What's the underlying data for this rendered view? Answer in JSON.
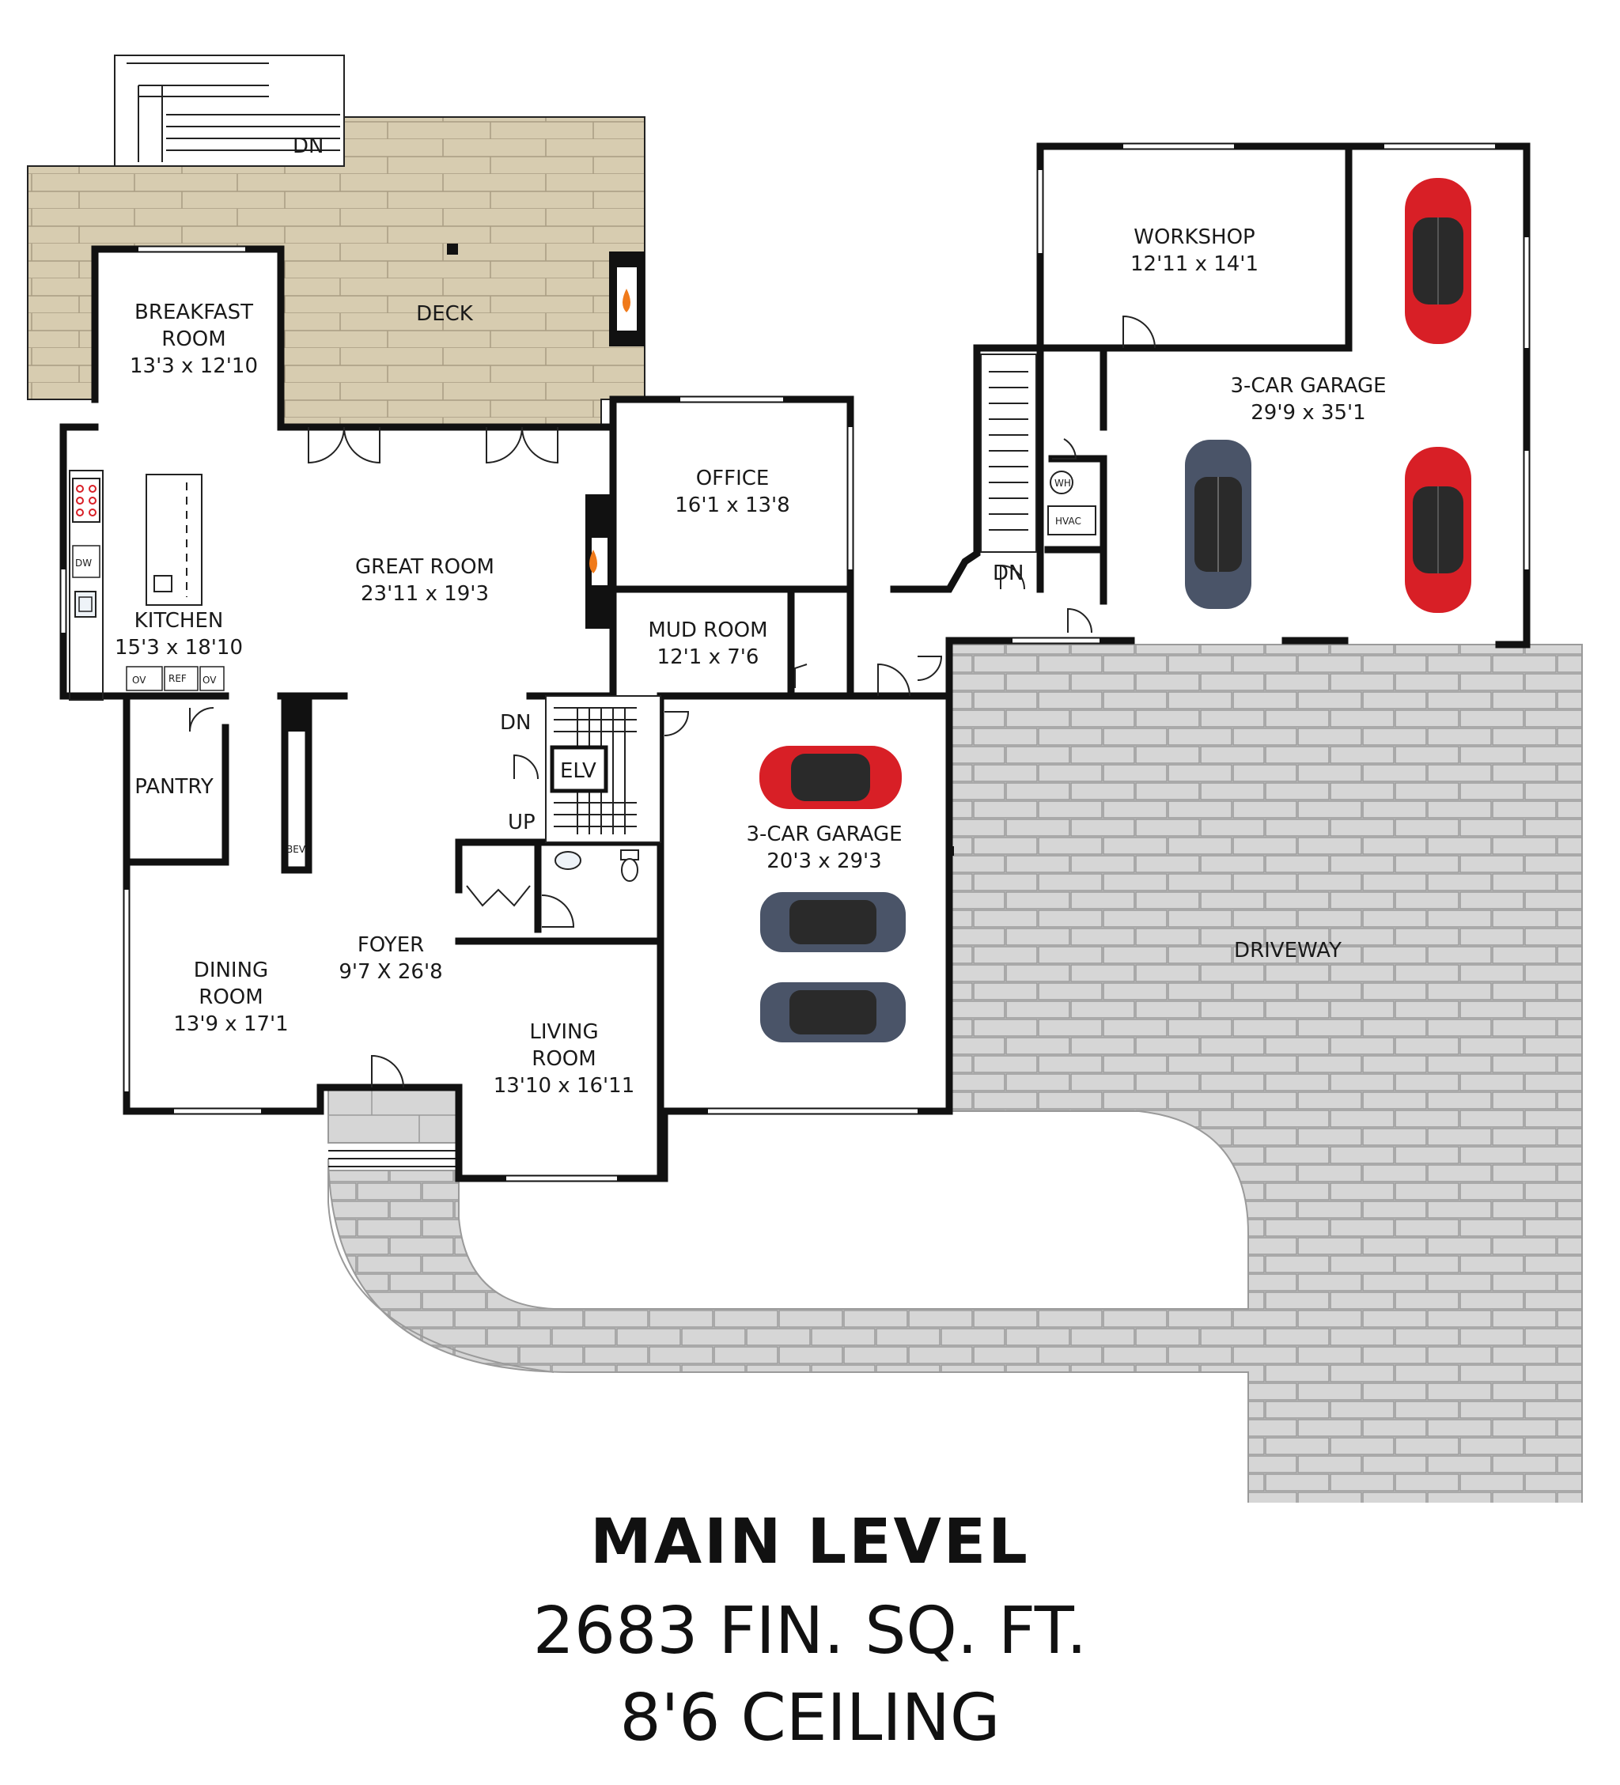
{
  "colors": {
    "wall": "#111111",
    "deck": "#d7ccb0",
    "deck_lines": "#a99d82",
    "driveway": "#d6d6d6",
    "driveway_lines": "#9a9a9a",
    "car_red": "#d81f26",
    "car_blue": "#4a5468",
    "fireplace_flame": "#f07a1a"
  },
  "rooms": {
    "breakfast": {
      "name1": "BREAKFAST",
      "name2": "ROOM",
      "dims": "13'3 x 12'10"
    },
    "deck": {
      "name": "DECK"
    },
    "great_room": {
      "name": "GREAT ROOM",
      "dims": "23'11 x 19'3"
    },
    "kitchen": {
      "name": "KITCHEN",
      "dims": "15'3 x 18'10"
    },
    "office": {
      "name": "OFFICE",
      "dims": "16'1 x 13'8"
    },
    "mud_room": {
      "name": "MUD ROOM",
      "dims": "12'1 x 7'6"
    },
    "pantry": {
      "name": "PANTRY"
    },
    "dining": {
      "name1": "DINING",
      "name2": "ROOM",
      "dims": "13'9 x 17'1"
    },
    "foyer": {
      "name": "FOYER",
      "dims": "9'7 X 26'8"
    },
    "living": {
      "name1": "LIVING",
      "name2": "ROOM",
      "dims": "13'10 x 16'11"
    },
    "garage_small": {
      "name": "3-CAR GARAGE",
      "dims": "20'3 x 29'3"
    },
    "garage_large": {
      "name": "3-CAR GARAGE",
      "dims": "29'9 x 35'1"
    },
    "workshop": {
      "name": "WORKSHOP",
      "dims": "12'11 x 14'1"
    },
    "driveway": {
      "name": "DRIVEWAY"
    }
  },
  "fixtures": {
    "dn_deck": "DN",
    "dn_stairs": "DN",
    "up_stairs": "UP",
    "dn_garage": "DN",
    "elevator": "ELV",
    "dishwasher": "DW",
    "oven_left": "OV",
    "refrigerator": "REF",
    "oven_right": "OV",
    "beverage": "BEV",
    "water_heater": "WH",
    "hvac": "HVAC"
  },
  "caption": {
    "title": "MAIN LEVEL",
    "area": "2683 FIN. SQ. FT.",
    "ceiling": "8'6 CEILING"
  }
}
